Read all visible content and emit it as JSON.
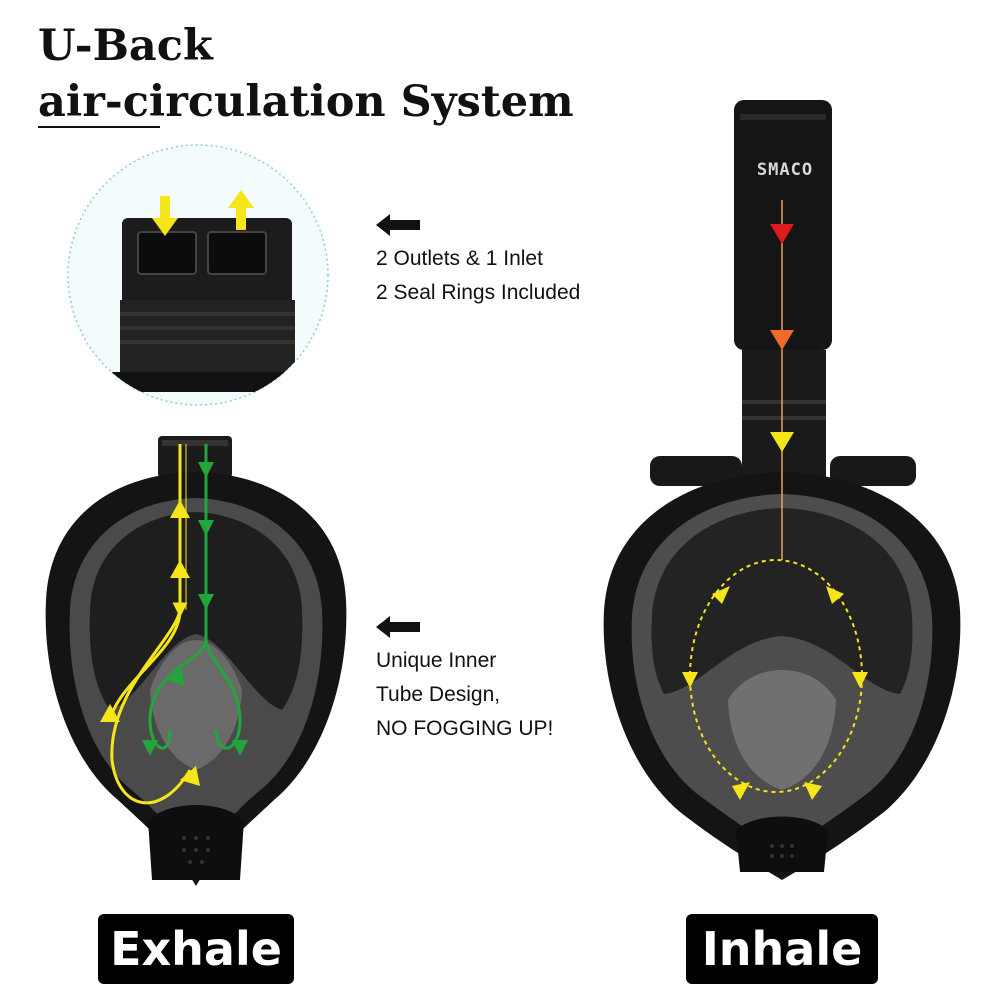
{
  "title": {
    "line1": "U-Back",
    "line2": "air-circulation System"
  },
  "brand": "SMACO",
  "callouts": {
    "top": {
      "lines": [
        "2 Outlets & 1 Inlet",
        "2 Seal Rings Included"
      ],
      "icon": "left-arrow-icon"
    },
    "middle": {
      "lines": [
        "Unique Inner",
        "Tube Design,",
        "NO FOGGING UP!"
      ],
      "icon": "left-arrow-icon"
    }
  },
  "labels": {
    "exhale": "Exhale",
    "inhale": "Inhale"
  },
  "colors": {
    "exhale_flow": "#f5e61a",
    "inhale_flow": "#22a63c",
    "intake_red": "#e01b1b",
    "intake_orange": "#f06a2a",
    "mask_body": "#141414"
  }
}
